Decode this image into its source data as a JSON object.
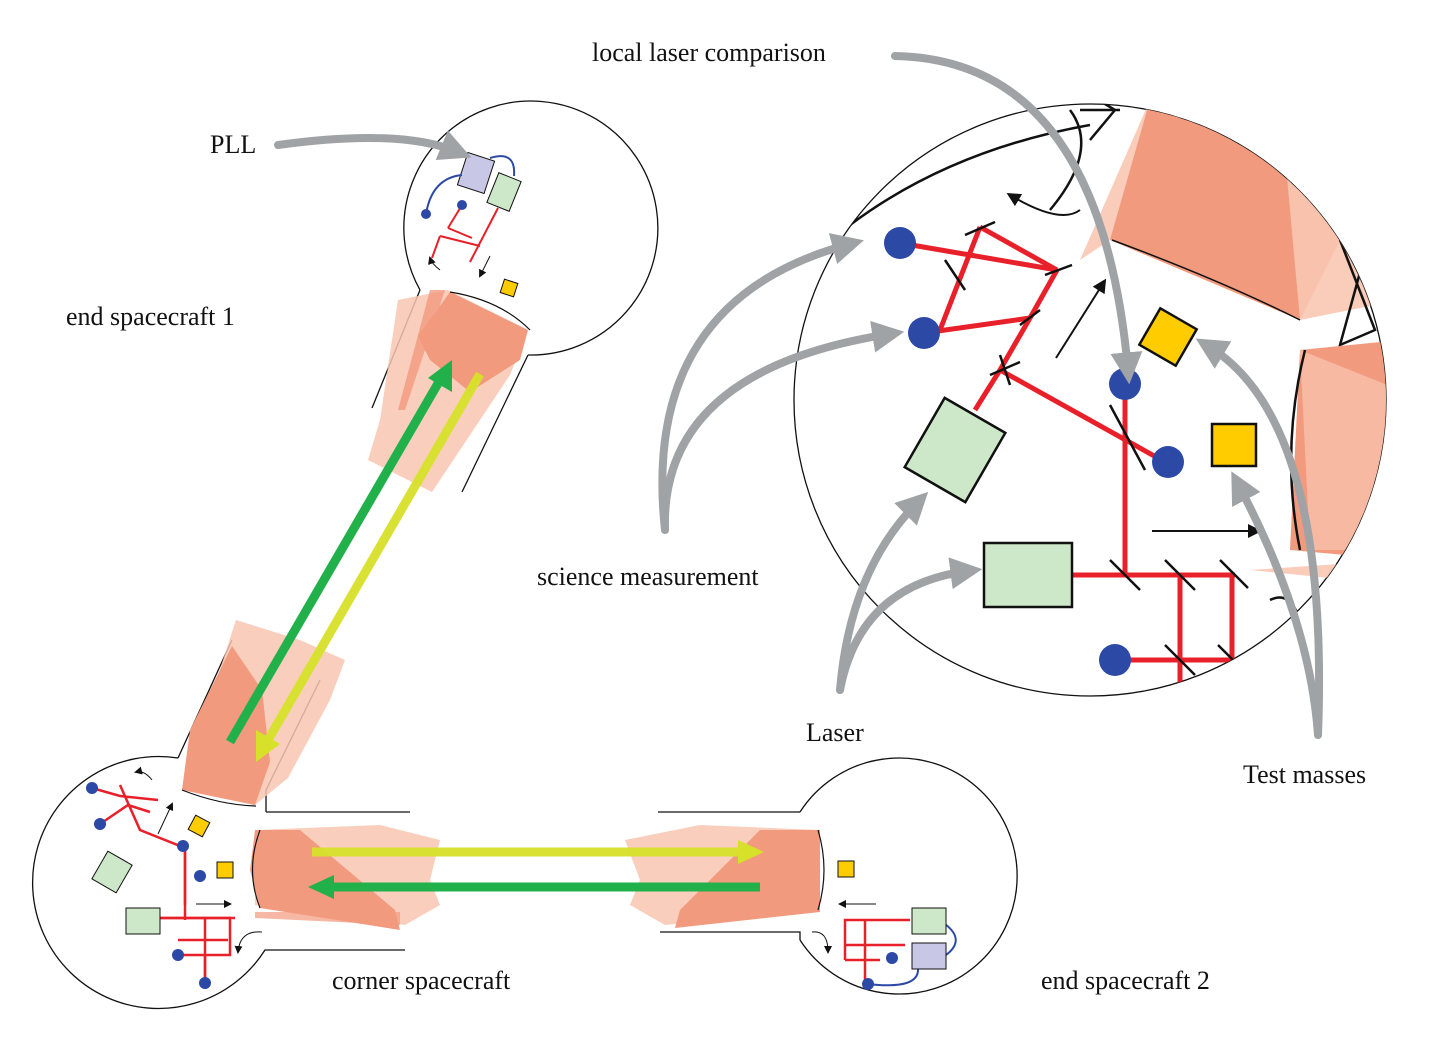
{
  "labels": {
    "local_laser_comparison": "local laser comparison",
    "pll": "PLL",
    "end_spacecraft_1": "end spacecraft 1",
    "science_measurement": "science measurement",
    "laser": "Laser",
    "test_masses": "Test masses",
    "corner_spacecraft": "corner spacecraft",
    "end_spacecraft_2": "end spacecraft 2"
  },
  "colors": {
    "laser_beam": "#e8202a",
    "photodiode": "#2d49a6",
    "laser_box": "#cde8c8",
    "test_mass": "#ffcc00",
    "pll_box": "#c8c8e6",
    "telescope": "#f29a7e",
    "beam_cone": "#f9c6b2",
    "arrow_green": "#22b04b",
    "arrow_yellow": "#d7e12a",
    "callout": "#a0a3a6"
  }
}
